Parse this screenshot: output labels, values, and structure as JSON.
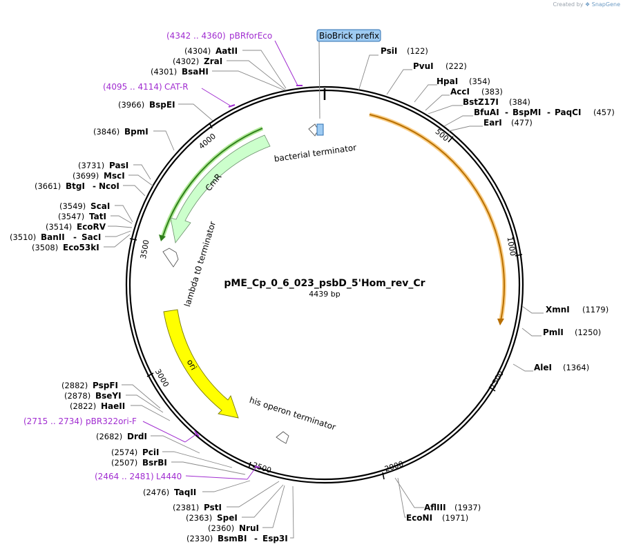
{
  "credit": {
    "prefix": "Created by",
    "brand": "SnapGene"
  },
  "plasmid": {
    "name": "pME_Cp_0_6_023_psbD_5'Hom_rev_Cr",
    "size": "4439 bp"
  },
  "ticks": [
    "500",
    "1000",
    "1500",
    "2000",
    "2500",
    "3000",
    "3500",
    "4000"
  ],
  "features": {
    "bacterial_terminator": "bacterial terminator",
    "cmr": "CmR",
    "lambda": "lambda t0 terminator",
    "ori": "ori",
    "his": "his operon terminator",
    "biobrick": "BioBrick prefix"
  },
  "primers": [
    {
      "pos": "(4342 .. 4360)",
      "name": "pBRforEco"
    },
    {
      "pos": "(4095 .. 4114)",
      "name": "CAT-R"
    },
    {
      "pos": "(2715 .. 2734)",
      "name": "pBR322ori-F"
    },
    {
      "pos": "(2464 .. 2481)",
      "name": "L4440"
    }
  ],
  "sites_left": [
    {
      "pos": "(4304)",
      "name": "AatII"
    },
    {
      "pos": "(4302)",
      "name": "ZraI"
    },
    {
      "pos": "(4301)",
      "name": "BsaHI"
    },
    {
      "pos": "(3966)",
      "name": "BspEI"
    },
    {
      "pos": "(3846)",
      "name": "BpmI"
    },
    {
      "pos": "(3731)",
      "name": "PasI"
    },
    {
      "pos": "(3699)",
      "name": "MscI"
    },
    {
      "pos": "(3661)",
      "name": "BtgI",
      "name2": "NcoI"
    },
    {
      "pos": "(3549)",
      "name": "ScaI"
    },
    {
      "pos": "(3547)",
      "name": "TatI"
    },
    {
      "pos": "(3514)",
      "name": "EcoRV"
    },
    {
      "pos": "(3510)",
      "name": "BanII",
      "name2": "SacI"
    },
    {
      "pos": "(3508)",
      "name": "Eco53kI"
    },
    {
      "pos": "(2882)",
      "name": "PspFI"
    },
    {
      "pos": "(2878)",
      "name": "BseYI"
    },
    {
      "pos": "(2822)",
      "name": "HaeII"
    },
    {
      "pos": "(2682)",
      "name": "DrdI"
    },
    {
      "pos": "(2574)",
      "name": "PciI"
    },
    {
      "pos": "(2507)",
      "name": "BsrBI"
    },
    {
      "pos": "(2476)",
      "name": "TaqII"
    },
    {
      "pos": "(2381)",
      "name": "PstI"
    },
    {
      "pos": "(2363)",
      "name": "SpeI"
    },
    {
      "pos": "(2360)",
      "name": "NruI"
    },
    {
      "pos": "(2330)",
      "name": "BsmBI",
      "name2": "Esp3I"
    }
  ],
  "sites_right": [
    {
      "name": "PsiI",
      "pos": "(122)"
    },
    {
      "name": "PvuI",
      "pos": "(222)"
    },
    {
      "name": "HpaI",
      "pos": "(354)"
    },
    {
      "name": "AccI",
      "pos": "(383)"
    },
    {
      "name": "BstZ17I",
      "pos": "(384)"
    },
    {
      "name": "BfuAI",
      "name2": "BspMI",
      "name3": "PaqCI",
      "pos": "(457)"
    },
    {
      "name": "EarI",
      "pos": "(477)"
    },
    {
      "name": "XmnI",
      "pos": "(1179)"
    },
    {
      "name": "PmlI",
      "pos": "(1250)"
    },
    {
      "name": "AleI",
      "pos": "(1364)"
    },
    {
      "name": "AflIII",
      "pos": "(1937)"
    },
    {
      "name": "EcoNI",
      "pos": "(1971)"
    }
  ],
  "colors": {
    "primer": "#a02cd0",
    "orange_feature": "#f5a623",
    "cmr_green": "#2e7d1a",
    "ori_yellow": "#ffff00",
    "biobrick_blue": "#9ecbf2"
  }
}
